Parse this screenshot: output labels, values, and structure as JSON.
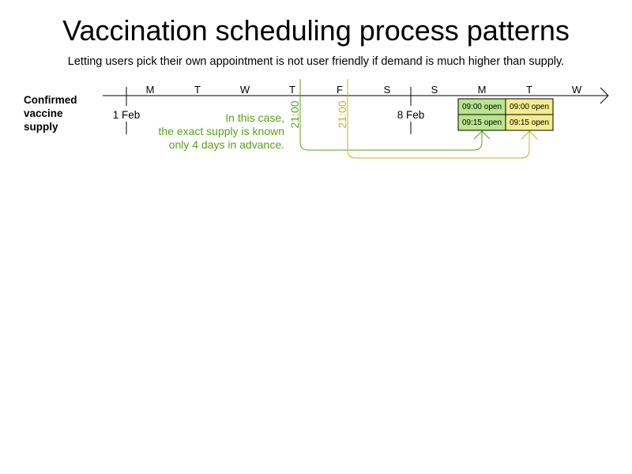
{
  "title": "Vaccination scheduling process patterns",
  "subtitle": "Letting users pick their own appointment is not user friendly if demand is much higher than supply.",
  "row_label": [
    "Confirmed",
    "vaccine",
    "supply"
  ],
  "days": [
    "M",
    "T",
    "W",
    "T",
    "F",
    "S",
    "S",
    "M",
    "T",
    "W"
  ],
  "date_markers": [
    "1 Feb",
    "8 Feb"
  ],
  "release_times": [
    "21:00",
    "21:00"
  ],
  "note_lines": [
    "In this case,",
    "the exact supply is known",
    "only 4 days in advance."
  ],
  "slots": {
    "monday": [
      "09:00 open",
      "09:15 open"
    ],
    "tuesday": [
      "09:00 open",
      "09:15 open"
    ]
  },
  "colors": {
    "green": "#5aa019",
    "green_fill": "#b9e58d",
    "yellow": "#c8b21e",
    "yellow_fill": "#f4ec8e",
    "axis": "#000000"
  }
}
